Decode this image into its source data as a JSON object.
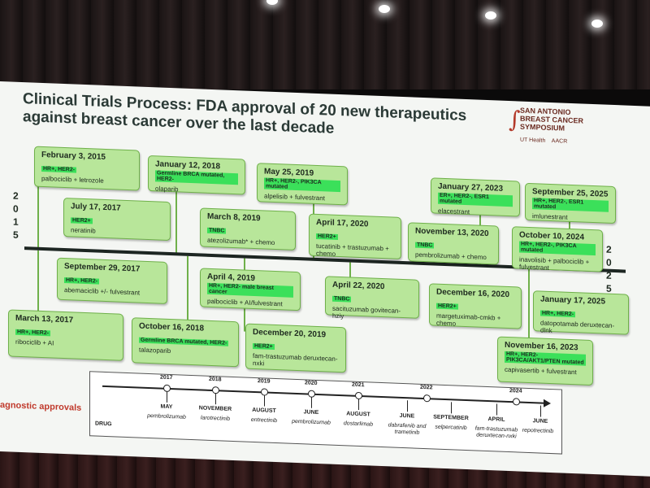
{
  "title": "Clinical Trials Process: FDA approval of 20 new therapeutics against breast cancer over the last decade",
  "logo": {
    "line1": "SAN ANTONIO",
    "line2": "BREAST CANCER",
    "line3": "SYMPOSIUM",
    "sub1": "UT Health",
    "sub2": "AACR"
  },
  "years": {
    "start": [
      "2",
      "0",
      "1",
      "5"
    ],
    "end": [
      "2",
      "0",
      "2",
      "5"
    ]
  },
  "cards": [
    {
      "date": "February 3, 2015",
      "tag": "HR+, HER2-",
      "drug": "palbociclib + letrozole"
    },
    {
      "date": "January 12, 2018",
      "tag": "Germline BRCA mutated, HER2-",
      "drug": "olaparib"
    },
    {
      "date": "May 25, 2019",
      "tag": "HR+, HER2-, PIK3CA mutated",
      "drug": "alpelisib + fulvestrant"
    },
    {
      "date": "January 27, 2023",
      "tag": "ER+, HER2-, ESR1 mutated",
      "drug": "elacestrant"
    },
    {
      "date": "September 25, 2025",
      "tag": "HR+, HER2-, ESR1 mutated",
      "drug": "imlunestrant"
    },
    {
      "date": "July 17, 2017",
      "tag": "HER2+",
      "drug": "neratinib"
    },
    {
      "date": "March 8, 2019",
      "tag": "TNBC",
      "drug": "atezolizumab* + chemo"
    },
    {
      "date": "April 17, 2020",
      "tag": "HER2+",
      "drug": "tucatinib + trastuzumab + chemo"
    },
    {
      "date": "November 13, 2020",
      "tag": "TNBC",
      "drug": "pembrolizumab + chemo"
    },
    {
      "date": "October 10, 2024",
      "tag": "HR+, HER2-, PIK3CA mutated",
      "drug": "inavolisib + palbociclib + fulvestrant"
    },
    {
      "date": "September 29, 2017",
      "tag": "HR+, HER2-",
      "drug": "abemaciclib +/- fulvestrant"
    },
    {
      "date": "April 4, 2019",
      "tag": "HR+, HER2- male breast cancer",
      "drug": "palbociclib + AI/fulvestrant"
    },
    {
      "date": "April 22, 2020",
      "tag": "TNBC",
      "drug": "sacituzumab govitecan-hziy"
    },
    {
      "date": "December 16, 2020",
      "tag": "HER2+",
      "drug": "margetuximab-cmkb + chemo"
    },
    {
      "date": "January 17, 2025",
      "tag": "HR+, HER2-",
      "drug": "datopotamab deruxtecan-dlnk"
    },
    {
      "date": "March 13, 2017",
      "tag": "HR+, HER2-",
      "drug": "ribociclib + AI"
    },
    {
      "date": "October 16, 2018",
      "tag": "Germline BRCA mutated, HER2-",
      "drug": "talazoparib"
    },
    {
      "date": "December 20, 2019",
      "tag": "HER2+",
      "drug": "fam-trastuzumab deruxtecan-nxki"
    },
    {
      "date": "November 16, 2023",
      "tag": "HR+, HER2- PIK3CA/AKT1/PTEN mutated",
      "drug": "capivasertib + fulvestrant"
    }
  ],
  "agnostic": {
    "label": "agnostic approvals",
    "drug_label": "DRUG",
    "years": [
      "2017",
      "2018",
      "2019",
      "2020",
      "2021",
      "2022",
      "2024"
    ],
    "approvals": [
      {
        "month": "MAY",
        "drug": "pembrolizumab"
      },
      {
        "month": "NOVEMBER",
        "drug": "larotrectinib"
      },
      {
        "month": "AUGUST",
        "drug": "entrectinib"
      },
      {
        "month": "JUNE",
        "drug": "pembrolizumab"
      },
      {
        "month": "AUGUST",
        "drug": "dostarlimab"
      },
      {
        "month": "JUNE",
        "drug": "dabrafenib and trametinib"
      },
      {
        "month": "SEPTEMBER",
        "drug": "selpercatinib"
      },
      {
        "month": "APRIL",
        "drug": "fam-trastuzumab deruxtecan-nxki"
      },
      {
        "month": "JUNE",
        "drug": "repotrectinib"
      }
    ]
  }
}
